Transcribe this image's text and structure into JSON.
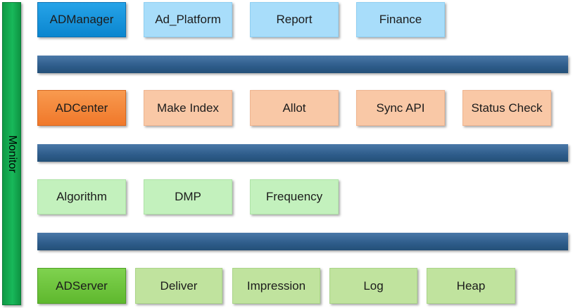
{
  "monitor": {
    "label": "Monitor"
  },
  "row1": [
    "ADManager",
    "Ad_Platform",
    "Report",
    "Finance"
  ],
  "row2": [
    "ADCenter",
    "Make Index",
    "Allot",
    "Sync API",
    "Status Check"
  ],
  "row3": [
    "Algorithm",
    "DMP",
    "Frequency"
  ],
  "row4": [
    "ADServer",
    "Deliver",
    "Impression",
    "Log",
    "Heap"
  ],
  "colors": {
    "monitor": "#13a84f",
    "bus": "#2e5c8a",
    "blue_dark": "#0b86cf",
    "blue_light": "#a8ddfa",
    "orange_dark": "#f0782a",
    "orange_light": "#f9c8a6",
    "green_light": "#c3f1bd",
    "green_dark": "#5fb82e",
    "green_mid": "#c0e39e"
  }
}
